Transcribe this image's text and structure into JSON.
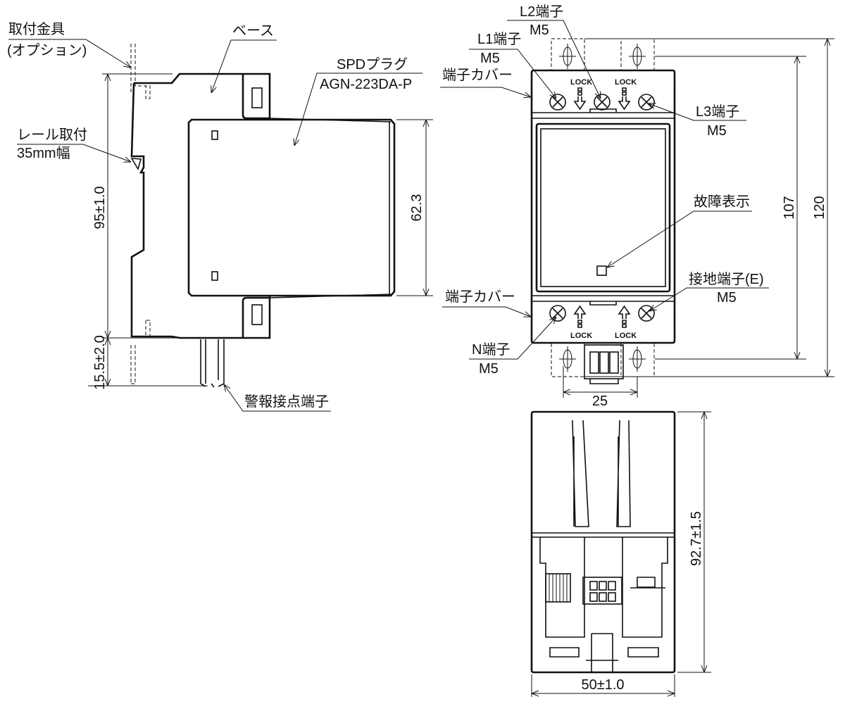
{
  "title": "SPD外形寸法図",
  "labels": {
    "bracket_line1": "取付金具",
    "bracket_line2": "(オプション)",
    "base": "ベース",
    "plug_line1": "SPDプラグ",
    "plug_line2": "AGN-223DA-P",
    "rail_line1": "レール取付",
    "rail_line2": "35mm幅",
    "alarm_terminal": "警報接点端子",
    "l1_line1": "L1端子",
    "l1_line2": "M5",
    "l2_line1": "L2端子",
    "l2_line2": "M5",
    "l3_line1": "L3端子",
    "l3_line2": "M5",
    "cover_top": "端子カバー",
    "cover_bottom": "端子カバー",
    "fault": "故障表示",
    "ground_line1": "接地端子(E)",
    "ground_line2": "M5",
    "n_line1": "N端子",
    "n_line2": "M5",
    "lock": "LOCK"
  },
  "dimensions": {
    "side_height": "95±1.0",
    "side_lower": "15.5±2.0",
    "plug_height": "62.3",
    "front_inner": "107",
    "front_outer": "120",
    "connector_pitch": "25",
    "back_height": "92.7±1.5",
    "back_width": "50±1.0"
  }
}
